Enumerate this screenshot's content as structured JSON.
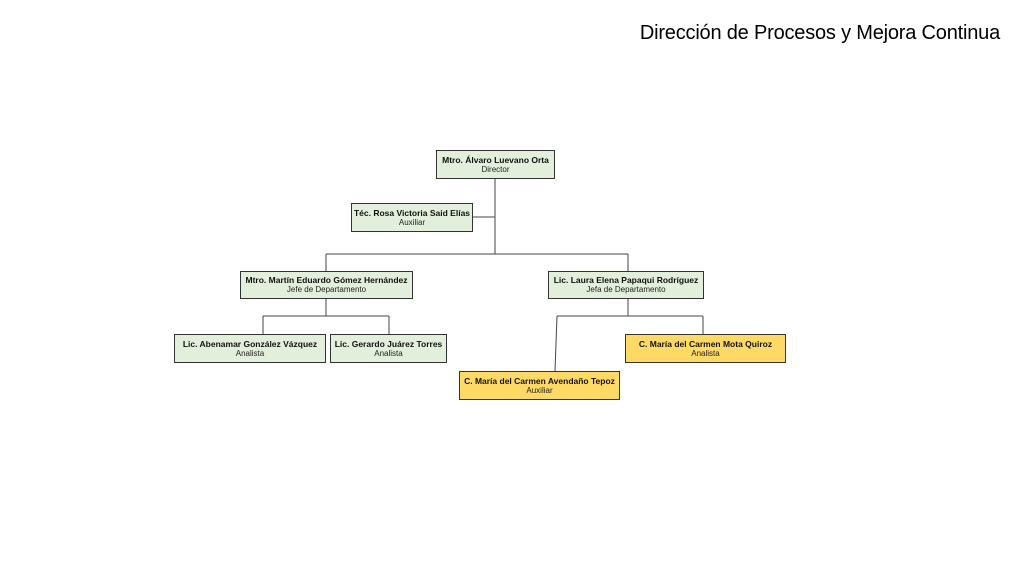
{
  "page": {
    "title": "Dirección de Procesos y Mejora Continua"
  },
  "colors": {
    "green_box": "#e2efda",
    "yellow_box": "#ffd966",
    "border": "#333333"
  },
  "org": {
    "director": {
      "name": "Mtro. Álvaro Luevano Orta",
      "role": "Director"
    },
    "assistant": {
      "name": "Téc. Rosa Victoria Said Elías",
      "role": "Auxiliar"
    },
    "dept_head_1": {
      "name": "Mtro. Martín Eduardo Gómez Hernández",
      "role": "Jefe de Departamento"
    },
    "dept_head_2": {
      "name": "Lic. Laura Elena Papaqui Rodríguez",
      "role": "Jefa de Departamento"
    },
    "analyst_1": {
      "name": "Lic. Abenamar González Vázquez",
      "role": "Analista"
    },
    "analyst_2": {
      "name": "Lic. Gerardo Juárez Torres",
      "role": "Analista"
    },
    "staff_1": {
      "name": "C. María del Carmen Avendaño Tepoz",
      "role": "Auxiliar"
    },
    "staff_2": {
      "name": "C. María del Carmen Mota Quiroz",
      "role": "Analista"
    }
  }
}
